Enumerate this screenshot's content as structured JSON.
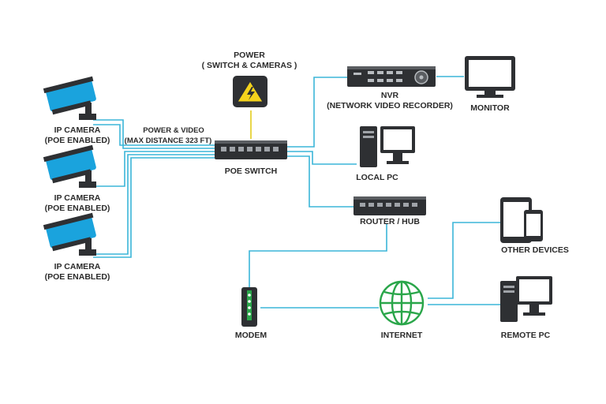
{
  "colors": {
    "cable": "#3bb6d8",
    "camera_body": "#1aa3dd",
    "device_dark": "#2e3033",
    "power_badge": "#f4d31c",
    "globe": "#2aa64a",
    "modem_led": "#2aa64a"
  },
  "power": {
    "line1": "POWER",
    "line2": "( SWITCH & CAMERAS )",
    "icon": "lightning-bolt-icon"
  },
  "cable_label": {
    "line1": "POWER & VIDEO",
    "line2": "(MAX DISTANCE 323 FT)"
  },
  "cameras": [
    {
      "line1": "IP CAMERA",
      "line2": "(POE ENABLED)"
    },
    {
      "line1": "IP CAMERA",
      "line2": "(POE ENABLED)"
    },
    {
      "line1": "IP CAMERA",
      "line2": "(POE ENABLED)"
    }
  ],
  "poe_switch": {
    "label": "POE SWITCH"
  },
  "nvr": {
    "line1": "NVR",
    "line2": "(NETWORK VIDEO RECORDER)"
  },
  "monitor": {
    "label": "MONITOR"
  },
  "local_pc": {
    "label": "LOCAL PC"
  },
  "router": {
    "label": "ROUTER / HUB"
  },
  "modem": {
    "label": "MODEM"
  },
  "internet": {
    "label": "INTERNET"
  },
  "other_devices": {
    "label": "OTHER DEVICES"
  },
  "remote_pc": {
    "label": "REMOTE PC"
  }
}
